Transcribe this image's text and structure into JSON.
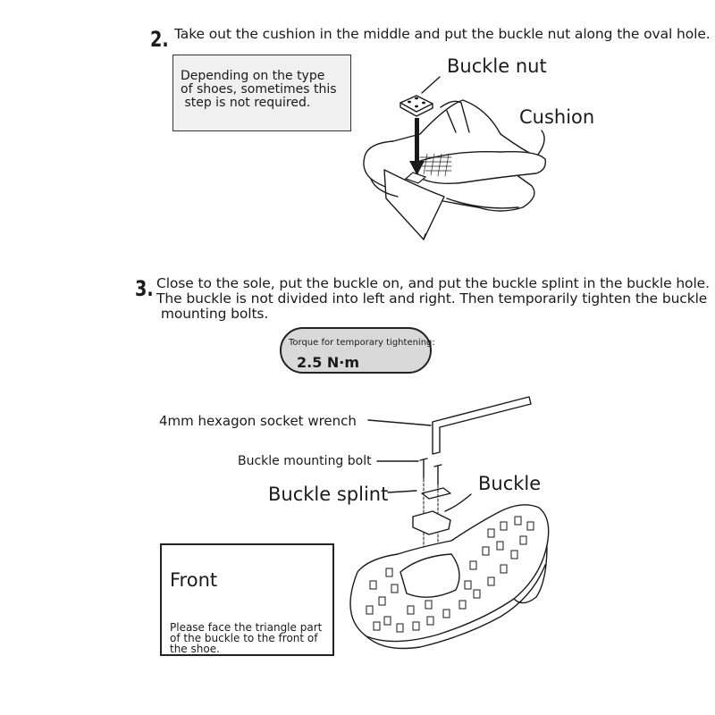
{
  "step2": {
    "number": "2.",
    "text": "Take out the cushion in the middle and put the buckle nut along the oval hole.",
    "note_lines": [
      "Depending on the type",
      "of shoes, sometimes this",
      " step is not required."
    ],
    "labels": {
      "buckle_nut": "Buckle nut",
      "cushion": "Cushion"
    }
  },
  "step3": {
    "number": "3.",
    "text_lines": [
      "Close to the sole, put the buckle on, and put the buckle splint in the buckle hole.",
      "The buckle is not divided into left and right. Then temporarily tighten the buckle",
      " mounting bolts."
    ],
    "torque": {
      "label": "Torque for temporary tightening:",
      "value": "2.5 N·m"
    },
    "labels": {
      "wrench": "4mm hexagon socket wrench",
      "bolt": "Buckle mounting bolt",
      "splint": "Buckle splint",
      "buckle": "Buckle"
    },
    "front_box": {
      "label": "Front",
      "note_lines": [
        "Please face the triangle part",
        "of the buckle to the front of",
        "the shoe."
      ]
    }
  }
}
